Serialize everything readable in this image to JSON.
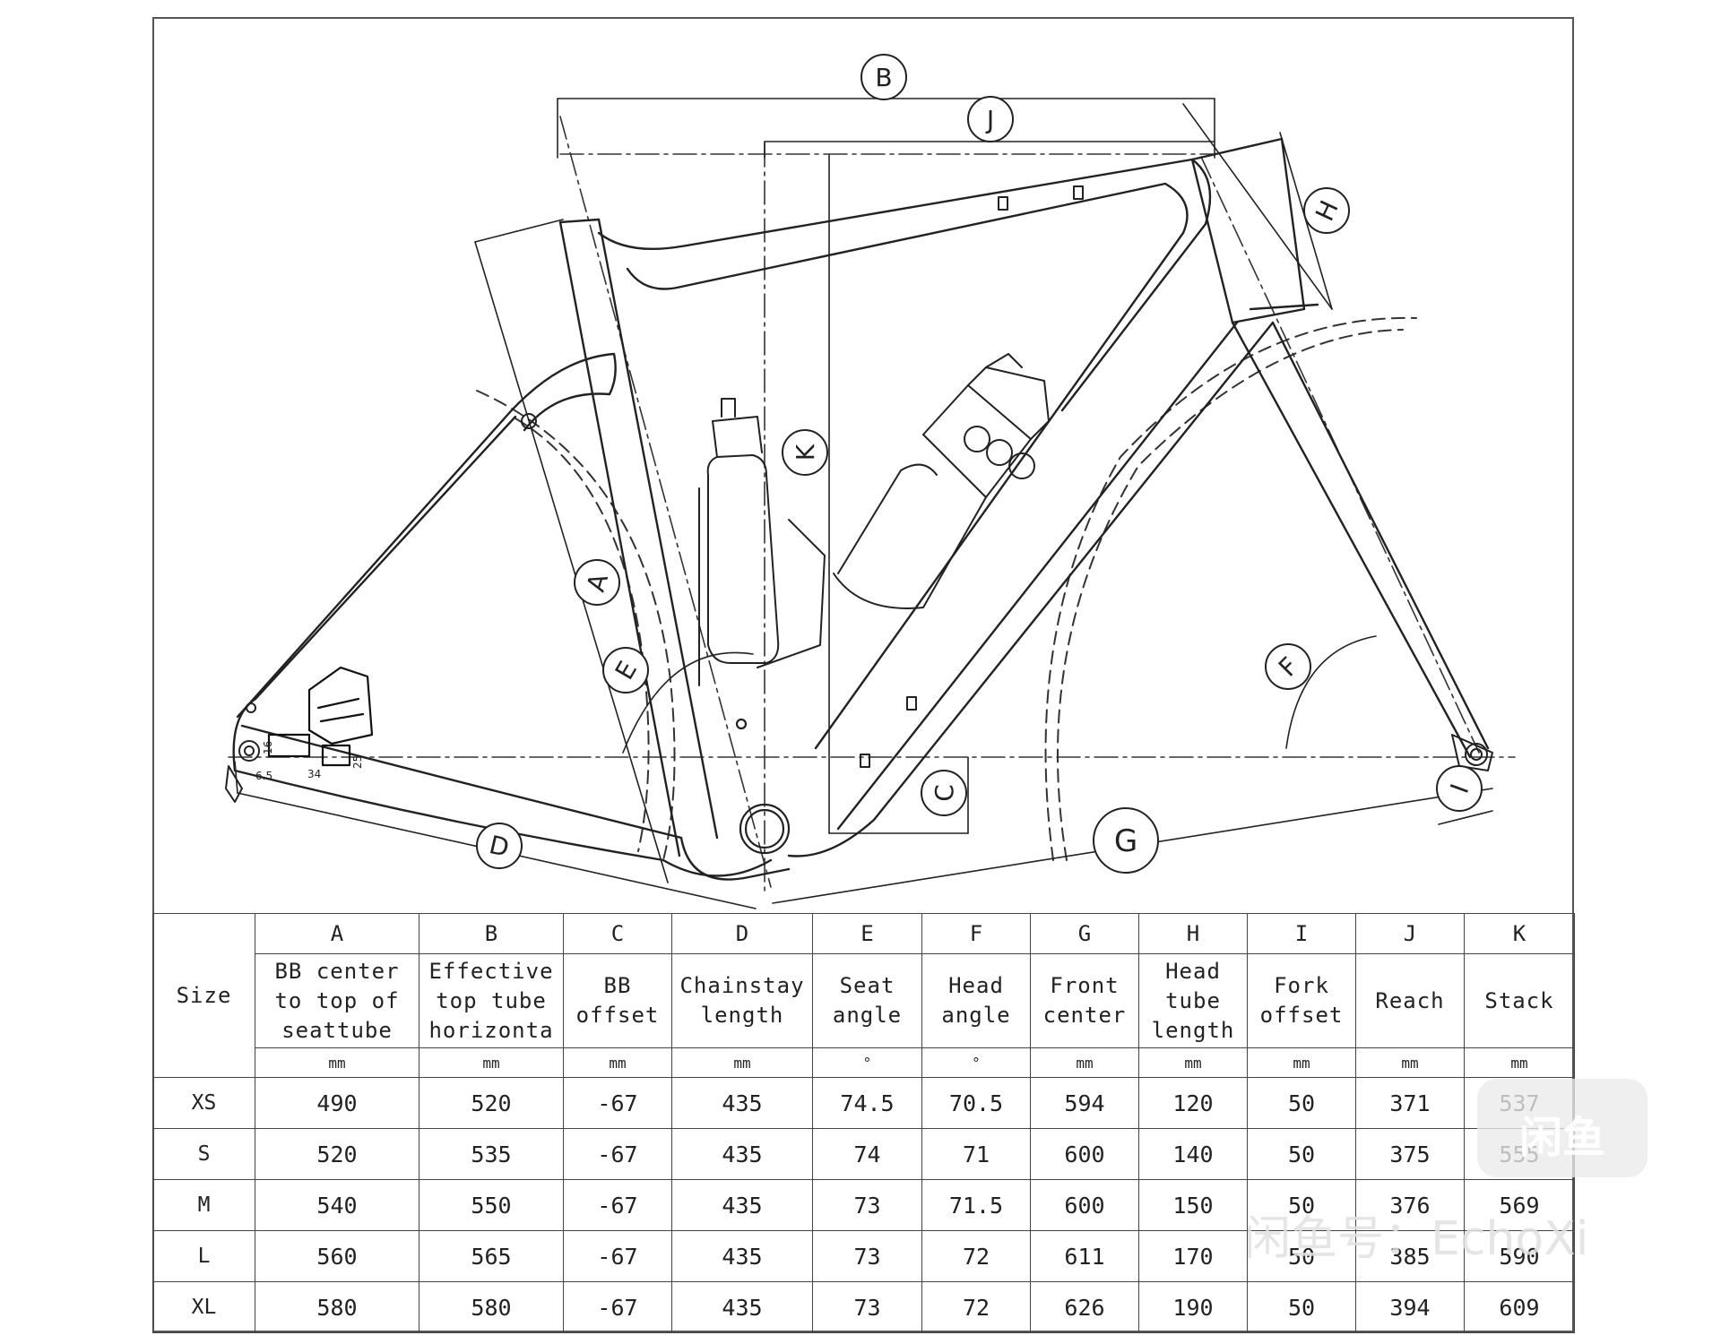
{
  "diagram": {
    "dimension_letters": [
      "A",
      "B",
      "C",
      "D",
      "E",
      "F",
      "G",
      "H",
      "I",
      "J",
      "K"
    ],
    "small_dims": [
      "16",
      "34",
      "25",
      "6.5"
    ],
    "colors": {
      "line": "#222222",
      "background": "#ffffff"
    }
  },
  "table": {
    "size_label": "Size",
    "columns": [
      {
        "letter": "A",
        "desc": [
          "BB center",
          "to top of",
          "seattube"
        ],
        "unit": "mm"
      },
      {
        "letter": "B",
        "desc": [
          "Effective",
          "top tube",
          "horizonta"
        ],
        "unit": "mm"
      },
      {
        "letter": "C",
        "desc": [
          "BB",
          "offset"
        ],
        "unit": "mm"
      },
      {
        "letter": "D",
        "desc": [
          "Chainstay",
          "length"
        ],
        "unit": "mm"
      },
      {
        "letter": "E",
        "desc": [
          "Seat",
          "angle"
        ],
        "unit": "°"
      },
      {
        "letter": "F",
        "desc": [
          "Head",
          "angle"
        ],
        "unit": "°"
      },
      {
        "letter": "G",
        "desc": [
          "Front",
          "center"
        ],
        "unit": "mm"
      },
      {
        "letter": "H",
        "desc": [
          "Head",
          "tube",
          "length"
        ],
        "unit": "mm"
      },
      {
        "letter": "I",
        "desc": [
          "Fork",
          "offset"
        ],
        "unit": "mm"
      },
      {
        "letter": "J",
        "desc": [
          "Reach"
        ],
        "unit": "mm"
      },
      {
        "letter": "K",
        "desc": [
          "Stack"
        ],
        "unit": "mm"
      }
    ],
    "rows": [
      {
        "size": "XS",
        "values": [
          "490",
          "520",
          "-67",
          "435",
          "74.5",
          "70.5",
          "594",
          "120",
          "50",
          "371",
          "537"
        ]
      },
      {
        "size": "S",
        "values": [
          "520",
          "535",
          "-67",
          "435",
          "74",
          "71",
          "600",
          "140",
          "50",
          "375",
          "555"
        ]
      },
      {
        "size": "M",
        "values": [
          "540",
          "550",
          "-67",
          "435",
          "73",
          "71.5",
          "600",
          "150",
          "50",
          "376",
          "569"
        ]
      },
      {
        "size": "L",
        "values": [
          "560",
          "565",
          "-67",
          "435",
          "73",
          "72",
          "611",
          "170",
          "50",
          "385",
          "590"
        ]
      },
      {
        "size": "XL",
        "values": [
          "580",
          "580",
          "-67",
          "435",
          "73",
          "72",
          "626",
          "190",
          "50",
          "394",
          "609"
        ]
      }
    ]
  },
  "watermark": {
    "badge_text": "闲鱼",
    "caption": "闲鱼号：EchoXi"
  }
}
